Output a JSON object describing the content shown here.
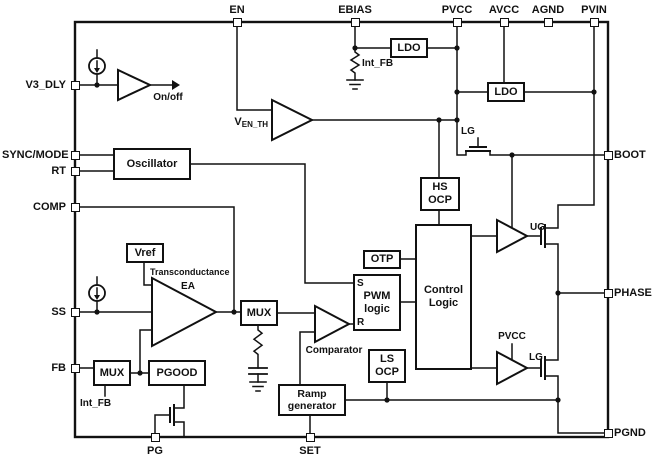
{
  "pins": {
    "top": [
      "EN",
      "EBIAS",
      "PVCC",
      "AVCC",
      "AGND",
      "PVIN"
    ],
    "left": [
      "V3_DLY",
      "SYNC/MODE",
      "RT",
      "COMP",
      "SS",
      "FB"
    ],
    "right": [
      "BOOT",
      "PHASE",
      "PGND"
    ],
    "bottom": [
      "PG",
      "SET"
    ]
  },
  "blocks": {
    "ldo_top": "LDO",
    "ldo_right": "LDO",
    "oscillator": "Oscillator",
    "hs_ocp": {
      "line1": "HS",
      "line2": "OCP"
    },
    "vref": "Vref",
    "mux_ea": "MUX",
    "mux_fb": "MUX",
    "pgood": "PGOOD",
    "pwm_logic": {
      "line1": "PWM",
      "line2": "logic"
    },
    "control_logic": {
      "line1": "Control",
      "line2": "Logic"
    },
    "otp": "OTP",
    "ls_ocp": {
      "line1": "LS",
      "line2": "OCP"
    },
    "ramp_generator": {
      "line1": "Ramp",
      "line2": "generator"
    }
  },
  "labels": {
    "on_off": "On/off",
    "int_fb_top": "Int_FB",
    "int_fb_bottom": "Int_FB",
    "ven_th_base": "V",
    "ven_th_sub": "EN_TH",
    "transconductance": "Transconductance",
    "ea": "EA",
    "comparator": "Comparator",
    "set_s": "S",
    "reset_r": "R",
    "ug": "UG",
    "lg_top": "LG",
    "lg_bottom": "LG",
    "pvcc_internal": "PVCC"
  },
  "colors": {
    "line": "#111111",
    "background": "#ffffff"
  }
}
